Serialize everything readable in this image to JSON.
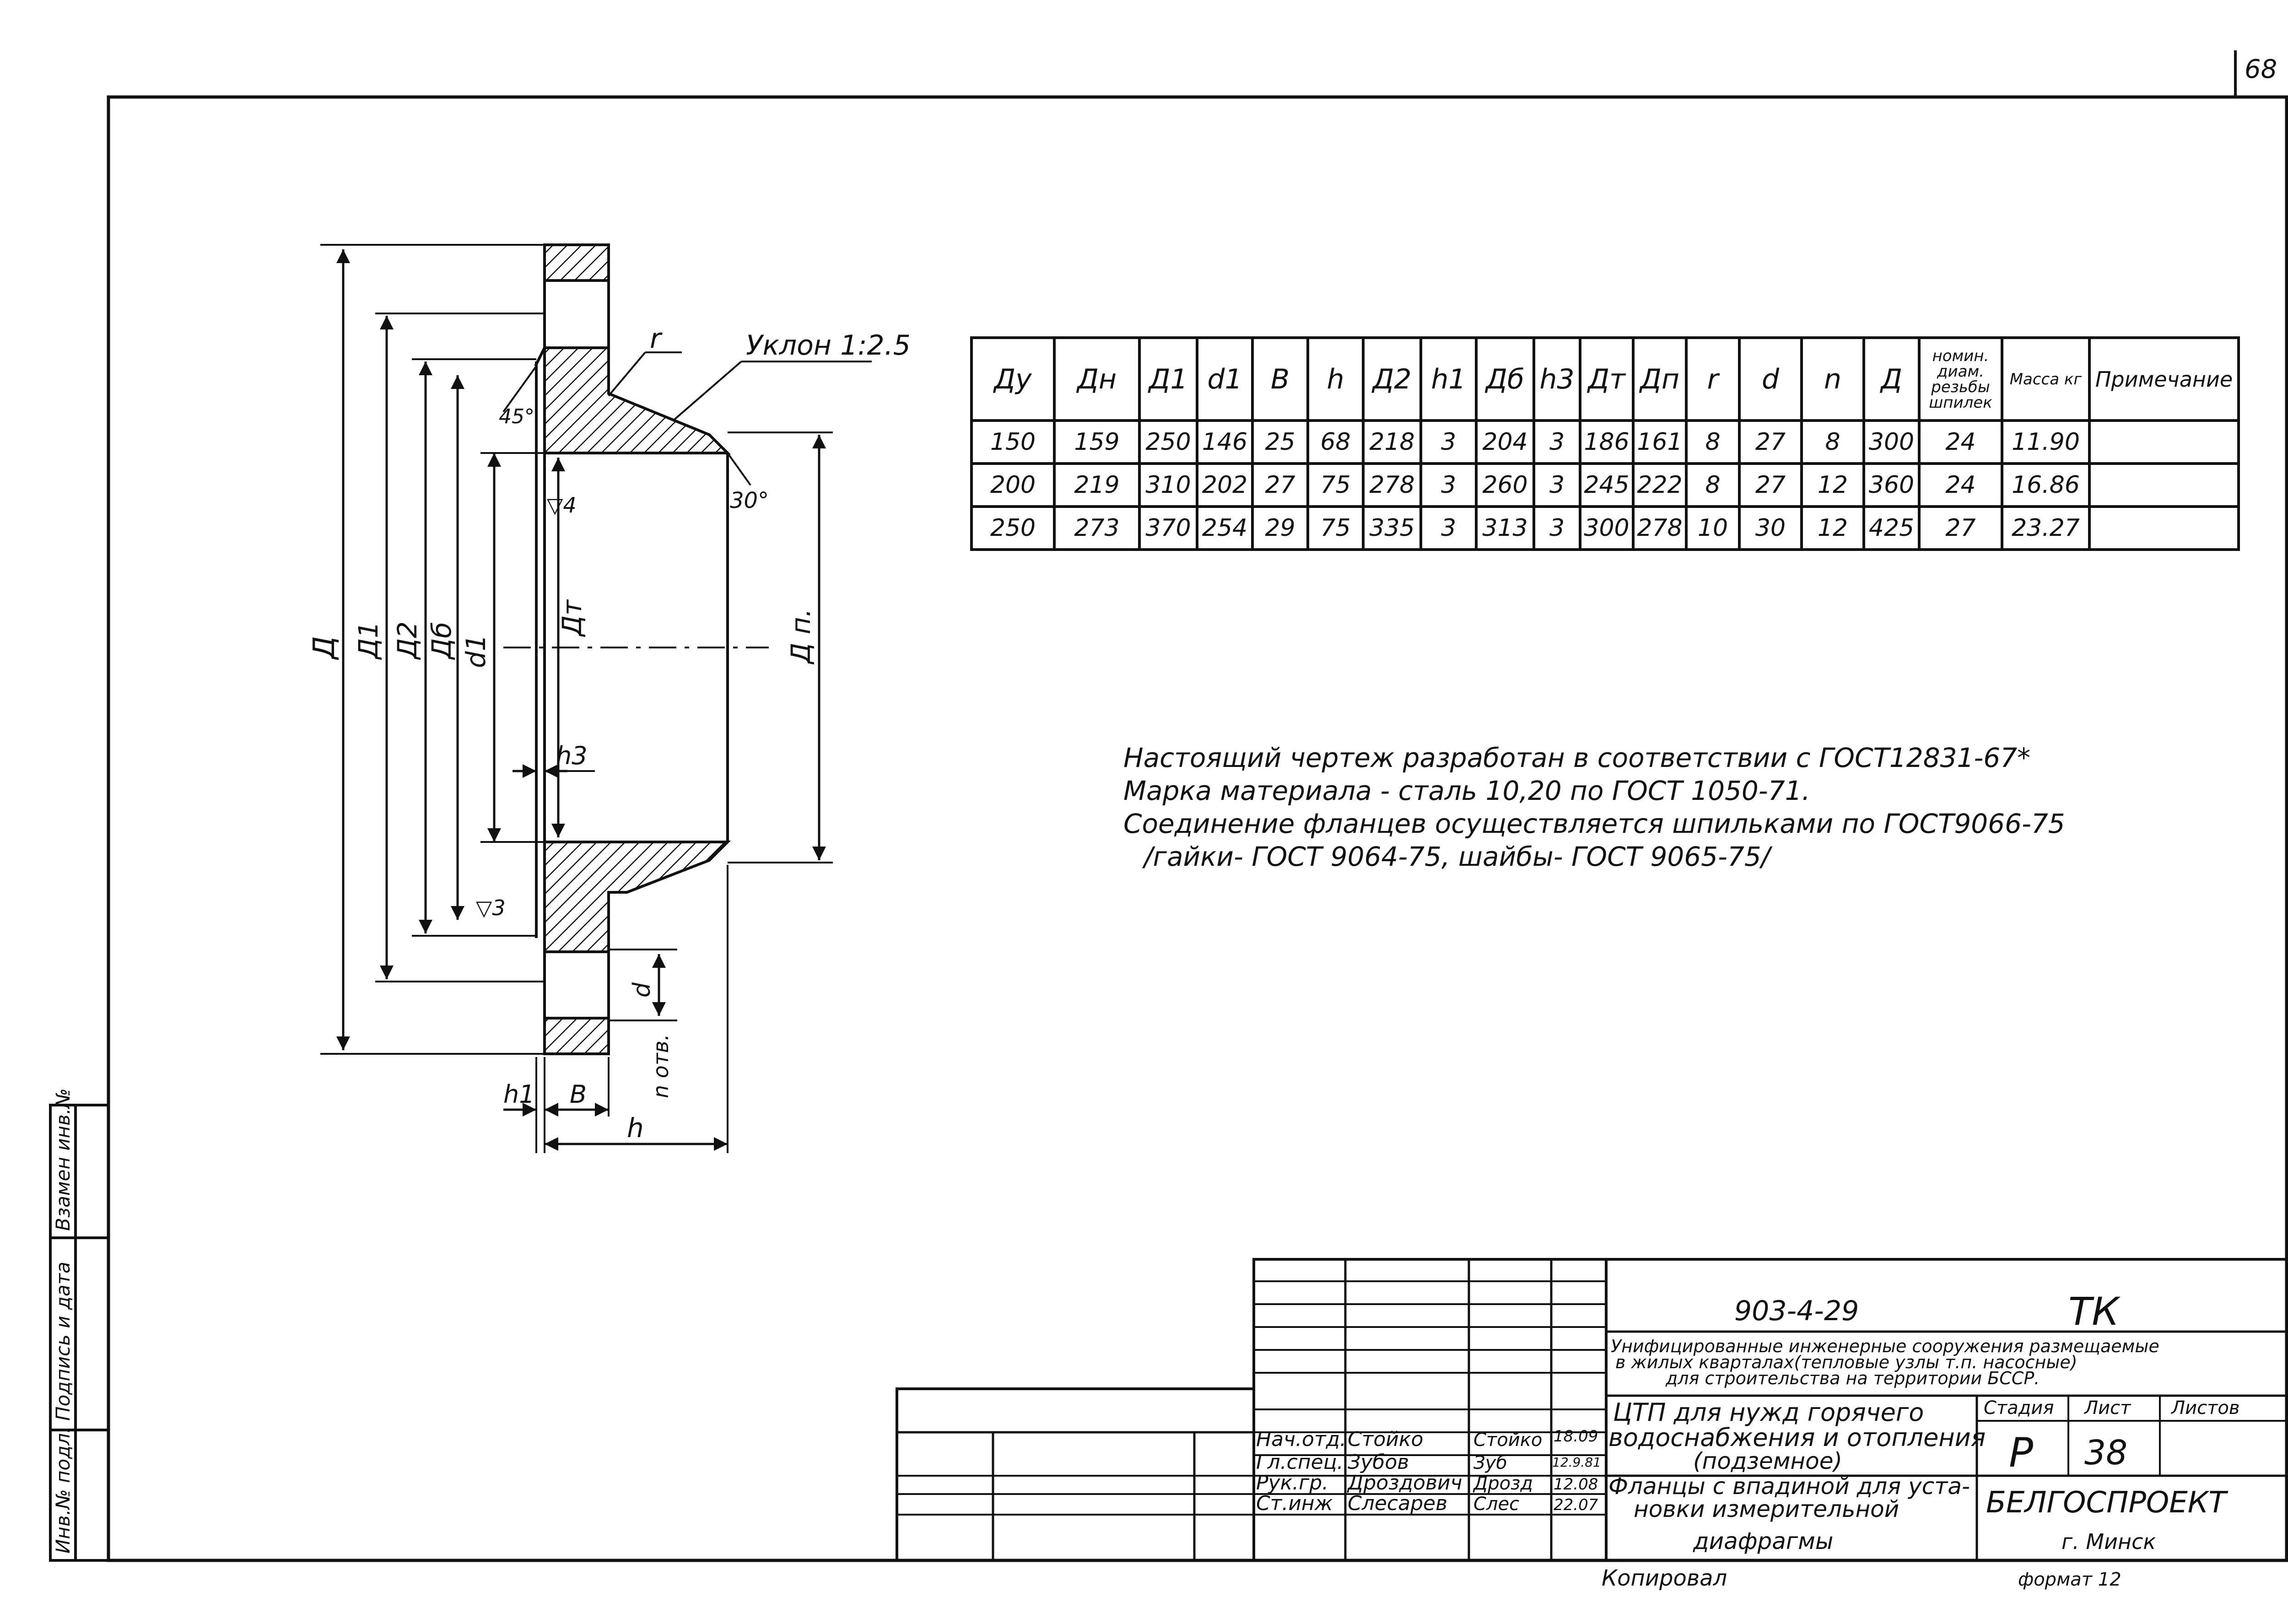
{
  "page_number": "68",
  "drawing": {
    "slope_label": "Уклон 1:2.5",
    "r_label": "r",
    "angle_45": "45°",
    "angle_30": "30°",
    "roughness_4": "▽4",
    "roughness_3": "▽3",
    "dim_D": "Д",
    "dim_D1": "Д1",
    "dim_D2": "Д2",
    "dim_Db": "Дб",
    "dim_d1": "d1",
    "dim_Dt": "Дт",
    "dim_Dp": "Д п.",
    "dim_h3": "h3",
    "dim_h1": "h1",
    "dim_B": "B",
    "dim_h": "h",
    "dim_d": "d",
    "dim_n": "n отв."
  },
  "table": {
    "headers": [
      "Ду",
      "Дн",
      "Д1",
      "d1",
      "B",
      "h",
      "Д2",
      "h1",
      "Дб",
      "h3",
      "Дт",
      "Дп",
      "r",
      "d",
      "n",
      "Д",
      "номин. диам. резьбы шпилек",
      "Масса кг",
      "Примечание"
    ],
    "rows": [
      [
        "150",
        "159",
        "250",
        "146",
        "25",
        "68",
        "218",
        "3",
        "204",
        "3",
        "186",
        "161",
        "8",
        "27",
        "8",
        "300",
        "24",
        "11.90",
        ""
      ],
      [
        "200",
        "219",
        "310",
        "202",
        "27",
        "75",
        "278",
        "3",
        "260",
        "3",
        "245",
        "222",
        "8",
        "27",
        "12",
        "360",
        "24",
        "16.86",
        ""
      ],
      [
        "250",
        "273",
        "370",
        "254",
        "29",
        "75",
        "335",
        "3",
        "313",
        "3",
        "300",
        "278",
        "10",
        "30",
        "12",
        "425",
        "27",
        "23.27",
        ""
      ]
    ]
  },
  "notes": [
    "Настоящий чертеж разработан в соответствии с ГОСТ12831-67*",
    "Марка материала - сталь 10,20 по ГОСТ 1050-71.",
    "Соединение фланцев осуществляется шпильками по ГОСТ9066-75",
    "/гайки- ГОСТ 9064-75, шайбы- ГОСТ 9065-75/"
  ],
  "side_stamp": [
    "Инв.№ подл.",
    "Подпись и дата",
    "Взамен инв.№"
  ],
  "title_block": {
    "code": "903-4-29",
    "mark": "ТК",
    "project": [
      "Унифицированные инженерные сооружения размещаемые",
      "в жилых кварталах(тепловые узлы т.п. насосные)",
      "для строительства на территории БССР."
    ],
    "object": [
      "ЦТП для нужд горячего",
      "водоснабжения и отопления",
      "(подземное)"
    ],
    "sheet_title": [
      "Фланцы с впадиной для уста-",
      "новки измерительной",
      "диафрагмы"
    ],
    "stage_label": "Стадия",
    "sheet_label": "Лист",
    "sheets_label": "Листов",
    "stage": "Р",
    "sheet": "38",
    "org": "БЕЛГОСПРОЕКТ",
    "city": "г. Минск",
    "staff": [
      {
        "role": "Нач.отд.",
        "name": "Стойко",
        "sign": "Стойко",
        "date": "18.09"
      },
      {
        "role": "Гл.спец.",
        "name": "Зубов",
        "sign": "Зуб",
        "date": "12.9.81"
      },
      {
        "role": "Рук.гр.",
        "name": "Дроздович",
        "sign": "Дрозд",
        "date": "12.08"
      },
      {
        "role": "Ст.инж",
        "name": "Слесарев",
        "sign": "Слес",
        "date": "22.07"
      }
    ],
    "footer_copied": "Копировал",
    "footer_format": "формат 12"
  }
}
